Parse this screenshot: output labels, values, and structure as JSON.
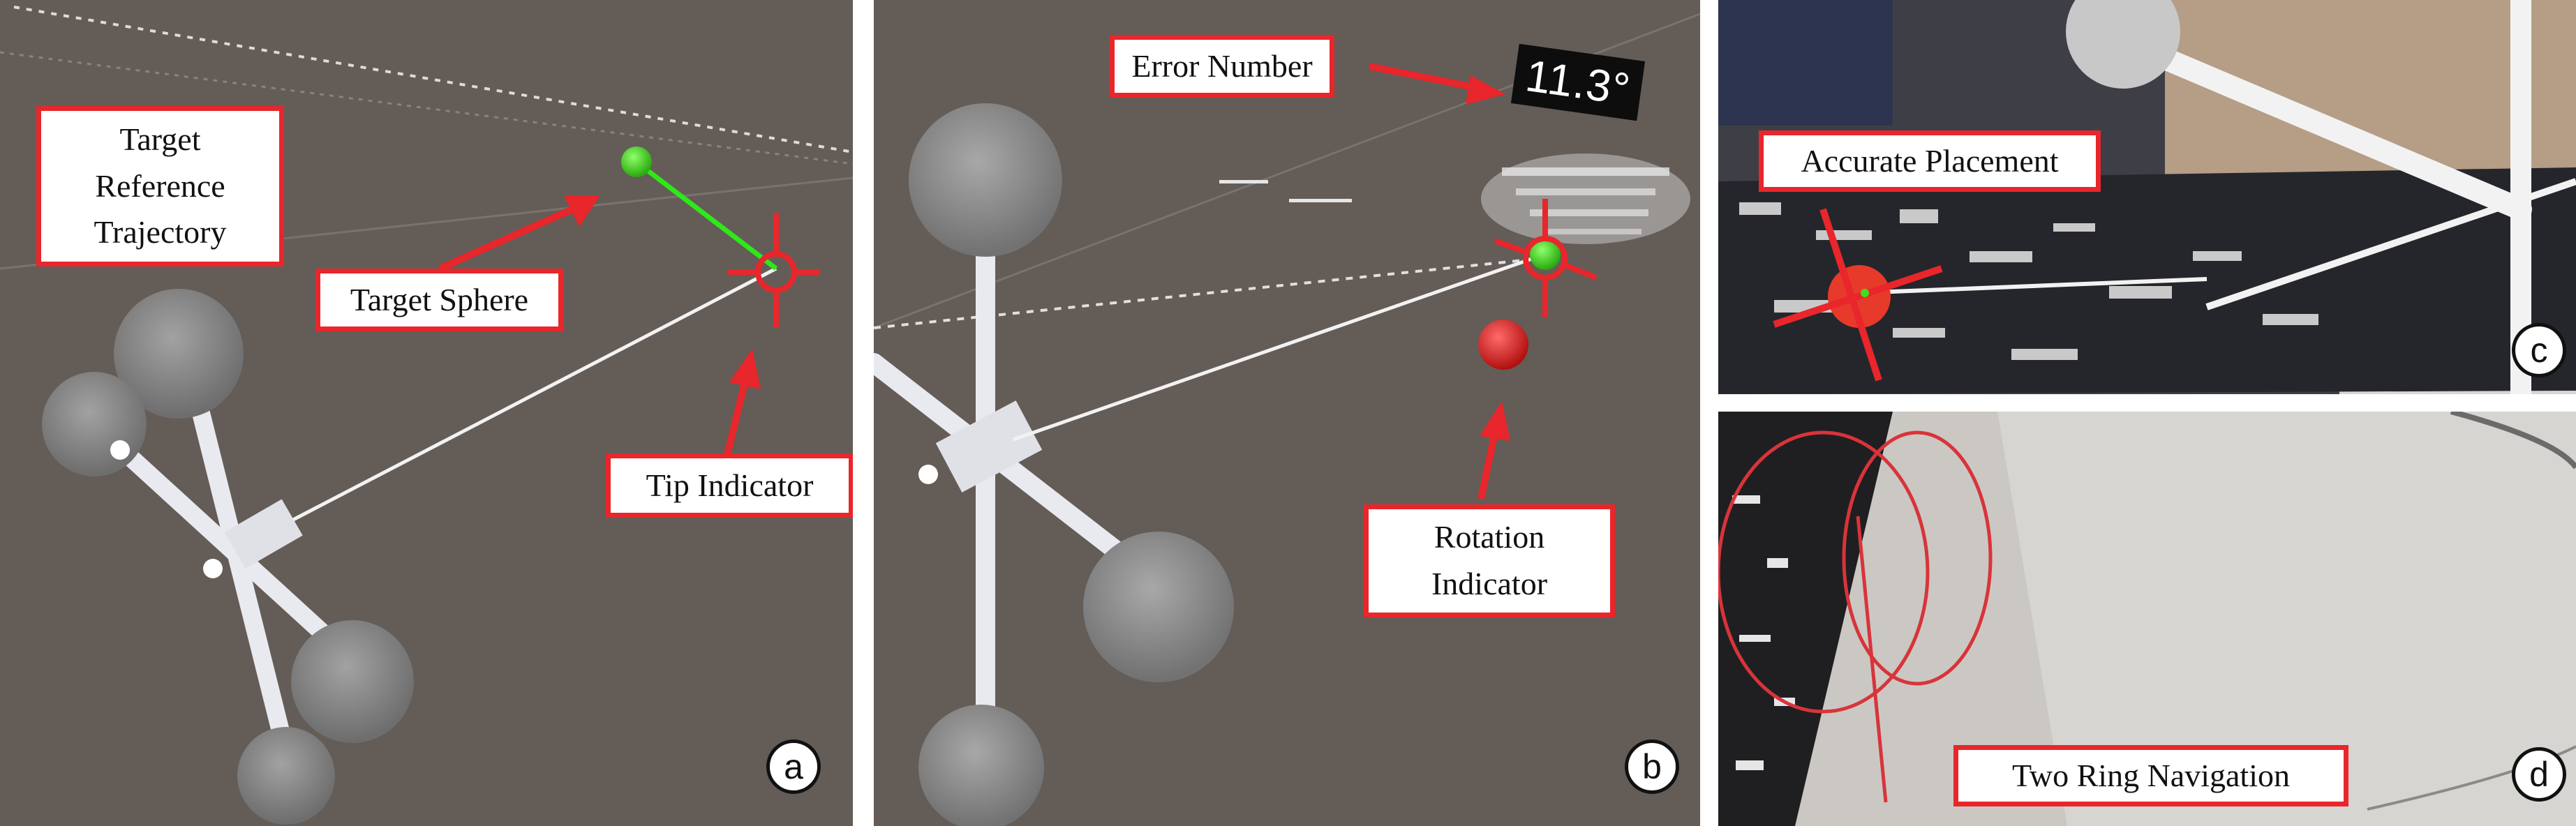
{
  "figure": {
    "panels": [
      {
        "id": "a",
        "labels": {
          "target_trajectory": "Target Reference Trajectory",
          "target_sphere": "Target Sphere",
          "tip_indicator": "Tip Indicator"
        }
      },
      {
        "id": "b",
        "error_value": "11.3°",
        "labels": {
          "error_number": "Error Number",
          "rotation_indicator": "Rotation Indicator"
        }
      },
      {
        "id": "c",
        "labels": {
          "accurate_placement": "Accurate Placement"
        }
      },
      {
        "id": "d",
        "labels": {
          "two_ring_navigation": "Two Ring Navigation"
        }
      }
    ]
  },
  "colors": {
    "annotation_red": "#e8262b",
    "scene_background": "#645c57",
    "target_sphere_green": "#3ee019",
    "rotation_sphere_red": "#d41e1e",
    "tool_white": "#e8eaef"
  }
}
